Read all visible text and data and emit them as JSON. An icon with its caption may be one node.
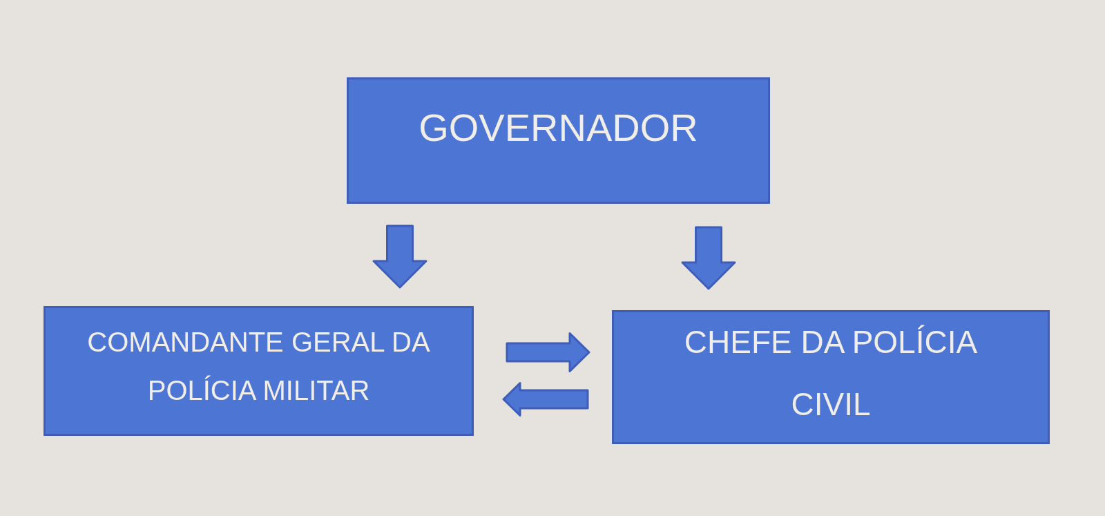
{
  "diagram": {
    "nodes": [
      {
        "text": [
          "GOVERNADOR"
        ]
      },
      {
        "text": [
          "COMANDANTE GERAL DA POLÍCIA MILITAR"
        ]
      },
      {
        "text": [
          "CHEFE DA POLÍCIA CIVIL"
        ]
      }
    ],
    "edges": [
      {
        "from": 0,
        "to": 1,
        "arrow": "to"
      },
      {
        "from": 0,
        "to": 2,
        "arrow": "to"
      },
      {
        "from": 1,
        "to": 2,
        "arrow": "to"
      },
      {
        "from": 2,
        "to": 1,
        "arrow": "to"
      }
    ]
  }
}
